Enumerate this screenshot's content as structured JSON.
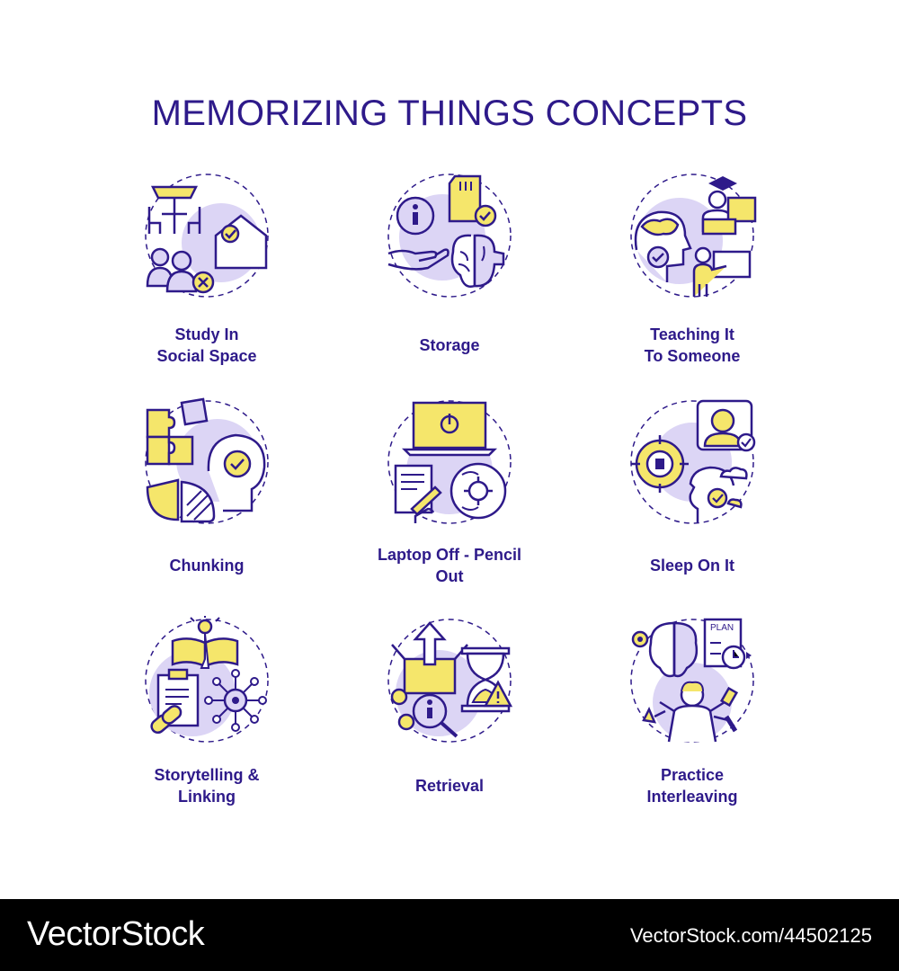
{
  "title": "MEMORIZING THINGS CONCEPTS",
  "colors": {
    "primary": "#2e1a8a",
    "accent": "#f5e66b",
    "soft": "#dcd5f5"
  },
  "concepts": [
    {
      "icon": "social-space-icon",
      "lines": [
        "Study In",
        "Social Space"
      ]
    },
    {
      "icon": "storage-icon",
      "lines": [
        "Storage"
      ]
    },
    {
      "icon": "teaching-icon",
      "lines": [
        "Teaching It",
        "To Someone"
      ]
    },
    {
      "icon": "chunking-icon",
      "lines": [
        "Chunking"
      ]
    },
    {
      "icon": "laptop-pencil-icon",
      "lines": [
        "Laptop Off - Pencil",
        "Out"
      ]
    },
    {
      "icon": "sleep-icon",
      "lines": [
        "Sleep On It"
      ]
    },
    {
      "icon": "storytelling-icon",
      "lines": [
        "Storytelling &",
        "Linking"
      ]
    },
    {
      "icon": "retrieval-icon",
      "lines": [
        "Retrieval"
      ]
    },
    {
      "icon": "interleaving-icon",
      "lines": [
        "Practice",
        "Interleaving"
      ]
    }
  ],
  "watermark": {
    "brand": "VectorStock",
    "id": "VectorStock.com/44502125"
  }
}
